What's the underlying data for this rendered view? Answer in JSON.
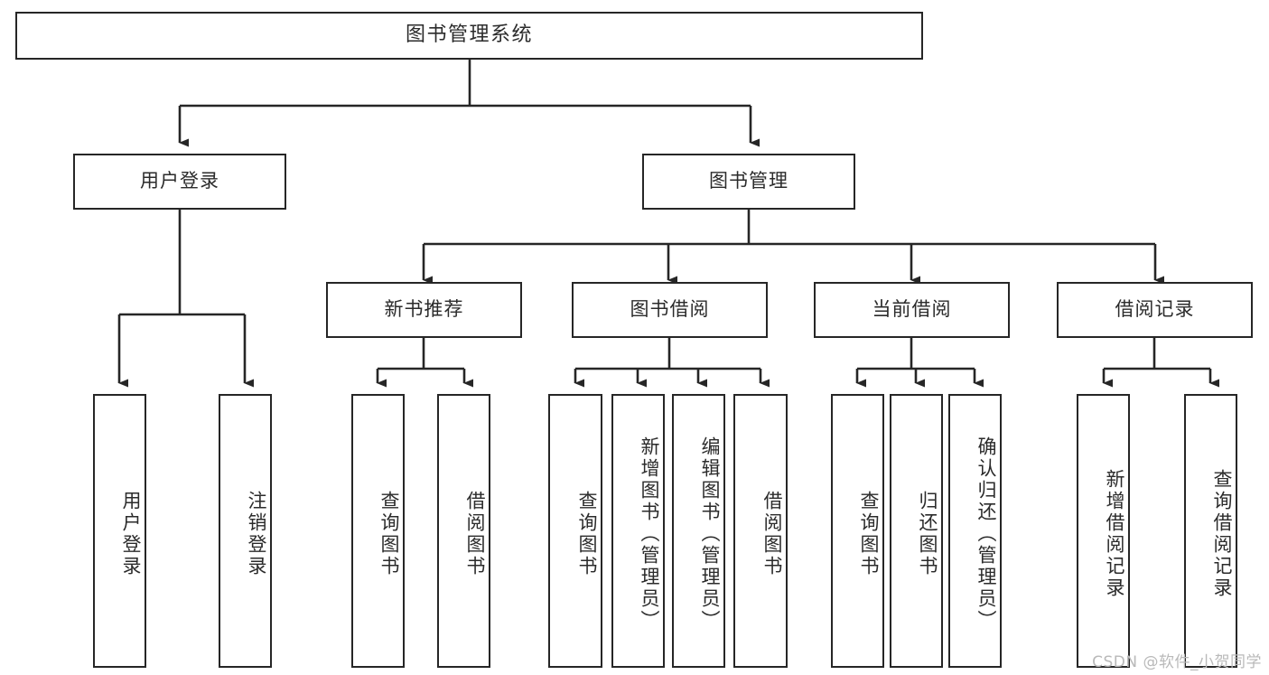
{
  "diagram": {
    "title": "图书管理系统",
    "type": "tree-hierarchy-diagram",
    "accent_color": "#262626",
    "background_color": "#ffffff",
    "root": {
      "label": "图书管理系统"
    },
    "level2": [
      {
        "label": "用户登录"
      },
      {
        "label": "图书管理"
      }
    ],
    "level3": [
      {
        "label": "新书推荐"
      },
      {
        "label": "图书借阅"
      },
      {
        "label": "当前借阅"
      },
      {
        "label": "借阅记录"
      }
    ],
    "leaves": {
      "user_login": [
        {
          "label": "用户登录"
        },
        {
          "label": "注销登录"
        }
      ],
      "new_book_recommend": [
        {
          "label": "查询图书"
        },
        {
          "label": "借阅图书"
        }
      ],
      "book_borrow": [
        {
          "label": "查询图书"
        },
        {
          "label": "新增图书（管理员）"
        },
        {
          "label": "编辑图书（管理员）"
        },
        {
          "label": "借阅图书"
        }
      ],
      "current_borrow": [
        {
          "label": "查询图书"
        },
        {
          "label": "归还图书"
        },
        {
          "label": "确认归还（管理员）"
        }
      ],
      "borrow_record": [
        {
          "label": "新增借阅记录"
        },
        {
          "label": "查询借阅记录"
        }
      ]
    }
  },
  "watermark": {
    "text": "CSDN @软件_小贺同学"
  }
}
